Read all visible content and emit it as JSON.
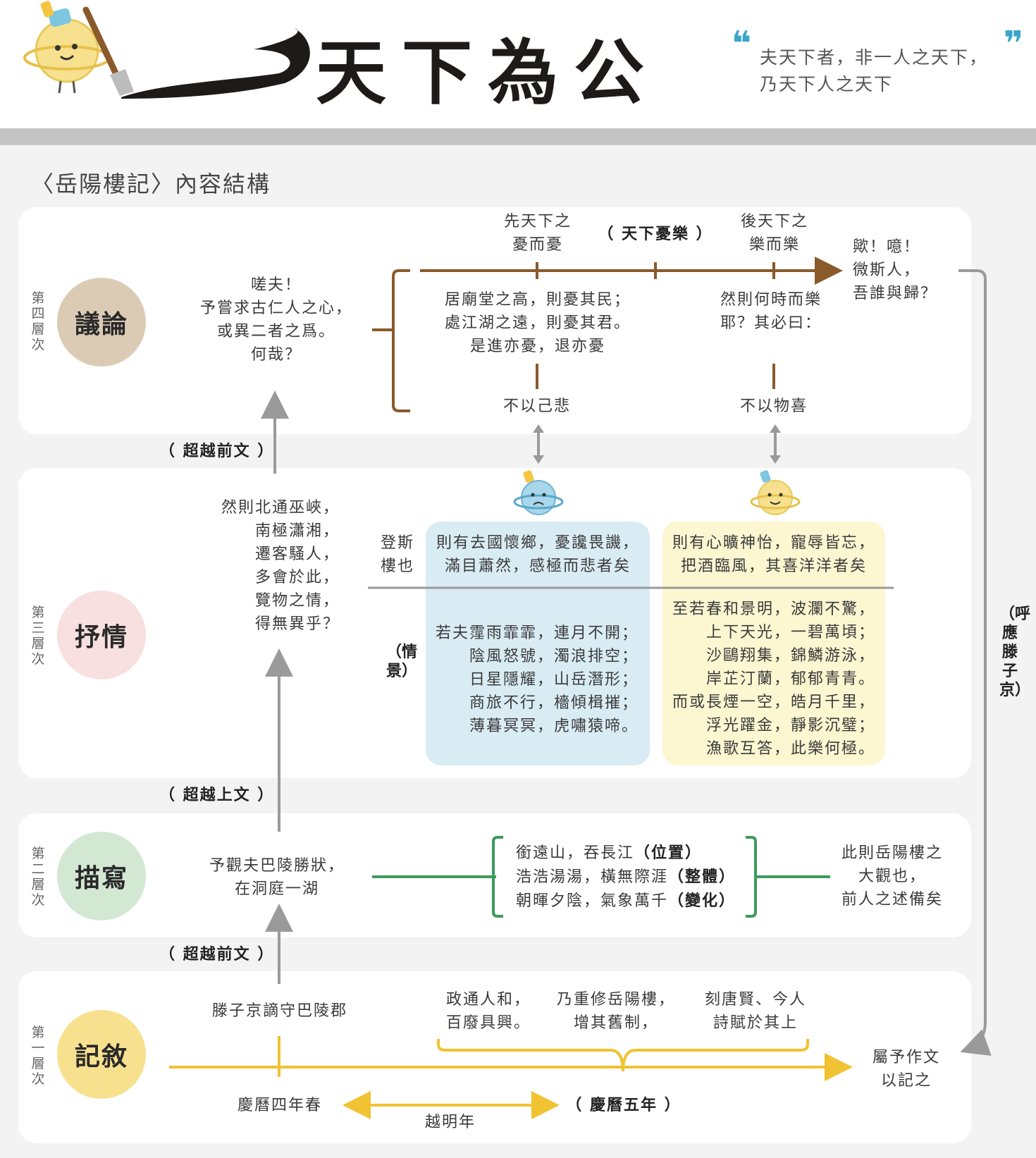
{
  "header": {
    "title": "天下為公",
    "quote_line1": "夫天下者，非一人之天下，",
    "quote_line2": "乃天下人之天下"
  },
  "subtitle": "〈岳陽樓記〉內容結構",
  "levels": {
    "l4": {
      "label": "第四層次",
      "name": "議論"
    },
    "l3": {
      "label": "第三層次",
      "name": "抒情"
    },
    "l2": {
      "label": "第二層次",
      "name": "描寫"
    },
    "l1": {
      "label": "第一層次",
      "name": "記敘"
    }
  },
  "level4": {
    "left_text": "嗟夫！\n予嘗求古仁人之心，\n或異二者之爲。\n何哉？",
    "top_left": "先天下之\n憂而憂",
    "top_mid": "（ 天下憂樂 ）",
    "top_right": "後天下之\n樂而樂",
    "end_text": "歟！噫！\n微斯人，\n吾誰與歸？",
    "mid_left": "居廟堂之高，則憂其民；\n處江湖之遠，則憂其君。\n是進亦憂，退亦憂",
    "mid_right": "然則何時而樂\n耶？其必曰：",
    "bottom_left": "不以己悲",
    "bottom_right": "不以物喜"
  },
  "transitions": {
    "t1": "（ 超越前文 ）",
    "t2": "（ 超越上文 ）",
    "t3": "（ 超越前文 ）",
    "side": "（呼應滕子京）"
  },
  "level3": {
    "left_text": "然則北通巫峽，\n南極瀟湘，\n遷客騷人，\n多會於此，\n覽物之情，\n得無異乎？",
    "deng": "登斯\n樓也",
    "qingjing": "（情景）",
    "blue_top": "則有去國懷鄉，憂讒畏譏，\n滿目蕭然，感極而悲者矣",
    "blue_bottom": "若夫霪雨霏霏，連月不開；\n陰風怒號，濁浪排空；\n日星隱耀，山岳潛形；\n商旅不行，檣傾楫摧；\n薄暮冥冥，虎嘯猿啼。",
    "yellow_top": "則有心曠神怡，寵辱皆忘，\n把酒臨風，其喜洋洋者矣",
    "yellow_bottom": "至若春和景明，波瀾不驚，\n上下天光，一碧萬頃；\n沙鷗翔集，錦鱗游泳，\n岸芷汀蘭，郁郁青青。\n而或長煙一空，皓月千里，\n浮光躍金，靜影沉璧；\n漁歌互答，此樂何極。"
  },
  "level2": {
    "left_text": "予觀夫巴陵勝狀，\n在洞庭一湖",
    "line1": "銜遠山，吞長江",
    "tag1": "（位置）",
    "line2": "浩浩湯湯，橫無際涯",
    "tag2": "（整體）",
    "line3": "朝暉夕陰，氣象萬千",
    "tag3": "（變化）",
    "right_text": "此則岳陽樓之\n大觀也，\n前人之述備矣"
  },
  "level1": {
    "left_top": "滕子京謫守巴陵郡",
    "left_bottom": "慶曆四年春",
    "event1": "政通人和，\n百廢具興。",
    "event2": "乃重修岳陽樓，\n增其舊制，",
    "event3": "刻唐賢、今人\n詩賦於其上",
    "year": "（ 慶曆五年 ）",
    "next_year": "越明年",
    "end_text": "屬予作文\n以記之"
  },
  "colors": {
    "yilun": "#dbcbb5",
    "shuqing": "#f8e0e0",
    "miaoxie": "#d2e8d3",
    "jixu": "#f7e18f",
    "brown": "#8a5a2b",
    "green": "#3e9a5c",
    "yellow": "#f1c232",
    "grey_arrow": "#9a9a9a",
    "blue_box": "#d9ecf4",
    "yellow_box": "#fcf6d1"
  }
}
